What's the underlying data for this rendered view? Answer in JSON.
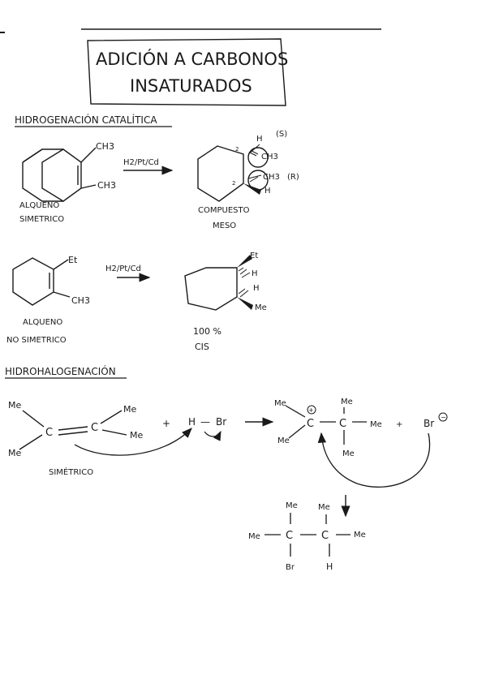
{
  "title": {
    "line1": "ADICIÓN A CARBONOS",
    "line2": "INSATURADOS"
  },
  "section1": {
    "heading": "HIDROGENACIÓN CATALÍTICA",
    "reaction1": {
      "reactant_substituent_top": "CH3",
      "reactant_substituent_bottom": "CH3",
      "reagent": "H2/Pt/Cd",
      "reactant_caption": [
        "ALQUENO",
        "SIMETRICO"
      ],
      "product_labels": {
        "h_top": "H",
        "config_top": "(S)",
        "ch3_top": "CH3",
        "ch3_bottom": "CH3",
        "config_bottom": "(R)",
        "h_bottom": "H"
      },
      "product_caption": [
        "COMPUESTO",
        "MESO"
      ]
    },
    "reaction2": {
      "reactant_substituent_top": "Et",
      "reactant_substituent_bottom": "CH3",
      "reagent": "H2/Pt/Cd",
      "reactant_caption": [
        "ALQUENO",
        "NO SIMETRICO"
      ],
      "product_labels": {
        "et": "Et",
        "h_top": "H",
        "h_bottom": "H",
        "me": "Me"
      },
      "product_caption": [
        "100 %",
        "CIS"
      ]
    }
  },
  "section2": {
    "heading": "HIDROHALOGENACIÓN",
    "alkene": {
      "me_top_left": "Me",
      "me_bottom_left": "Me",
      "c_left": "C",
      "c_right": "C",
      "me_top_right": "Me",
      "me_right": "Me"
    },
    "caption": "SIMÉTRICO",
    "plus1": "+",
    "hbr": {
      "h": "H",
      "dash": "—",
      "br": "Br"
    },
    "carbocation": {
      "me_a": "Me",
      "me_b": "Me",
      "c_plus": "C",
      "plus_sign": "+",
      "me_top": "Me",
      "c_mid": "C",
      "me_right": "Me",
      "me_bottom": "Me"
    },
    "plus2": "+",
    "bromide": {
      "br": "Br",
      "minus_sign": "−"
    },
    "product": {
      "me_top1": "Me",
      "me_top2": "Me",
      "me_left": "Me",
      "c1": "C",
      "c2": "C",
      "me_right": "Me",
      "br": "Br",
      "h": "H"
    }
  }
}
